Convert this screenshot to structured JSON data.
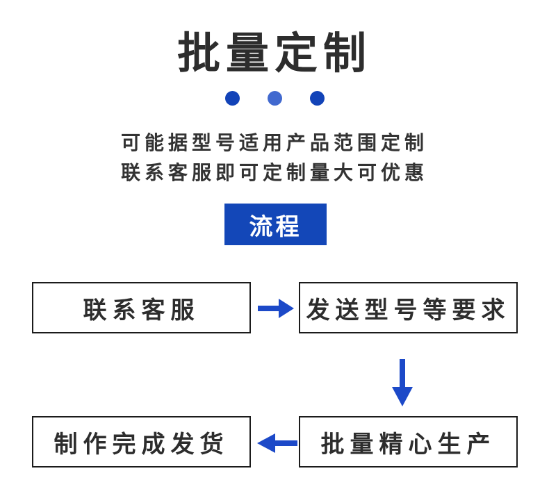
{
  "page": {
    "background": "#ffffff"
  },
  "header": {
    "title": "批量定制",
    "dot_colors": [
      "#1243b8",
      "#4169cf",
      "#1243b8"
    ],
    "subtitle_lines": [
      "可能据型号适用产品范围定制",
      "联系客服即可定制量大可优惠"
    ]
  },
  "process": {
    "section_label": "流程",
    "section_label_bg": "#1347b8",
    "section_label_color": "#ffffff",
    "arrow_color": "#1c49c8",
    "steps": [
      {
        "label": "联系客服"
      },
      {
        "label": "发送型号等要求"
      },
      {
        "label": "批量精心生产"
      },
      {
        "label": "制作完成发货"
      }
    ]
  }
}
